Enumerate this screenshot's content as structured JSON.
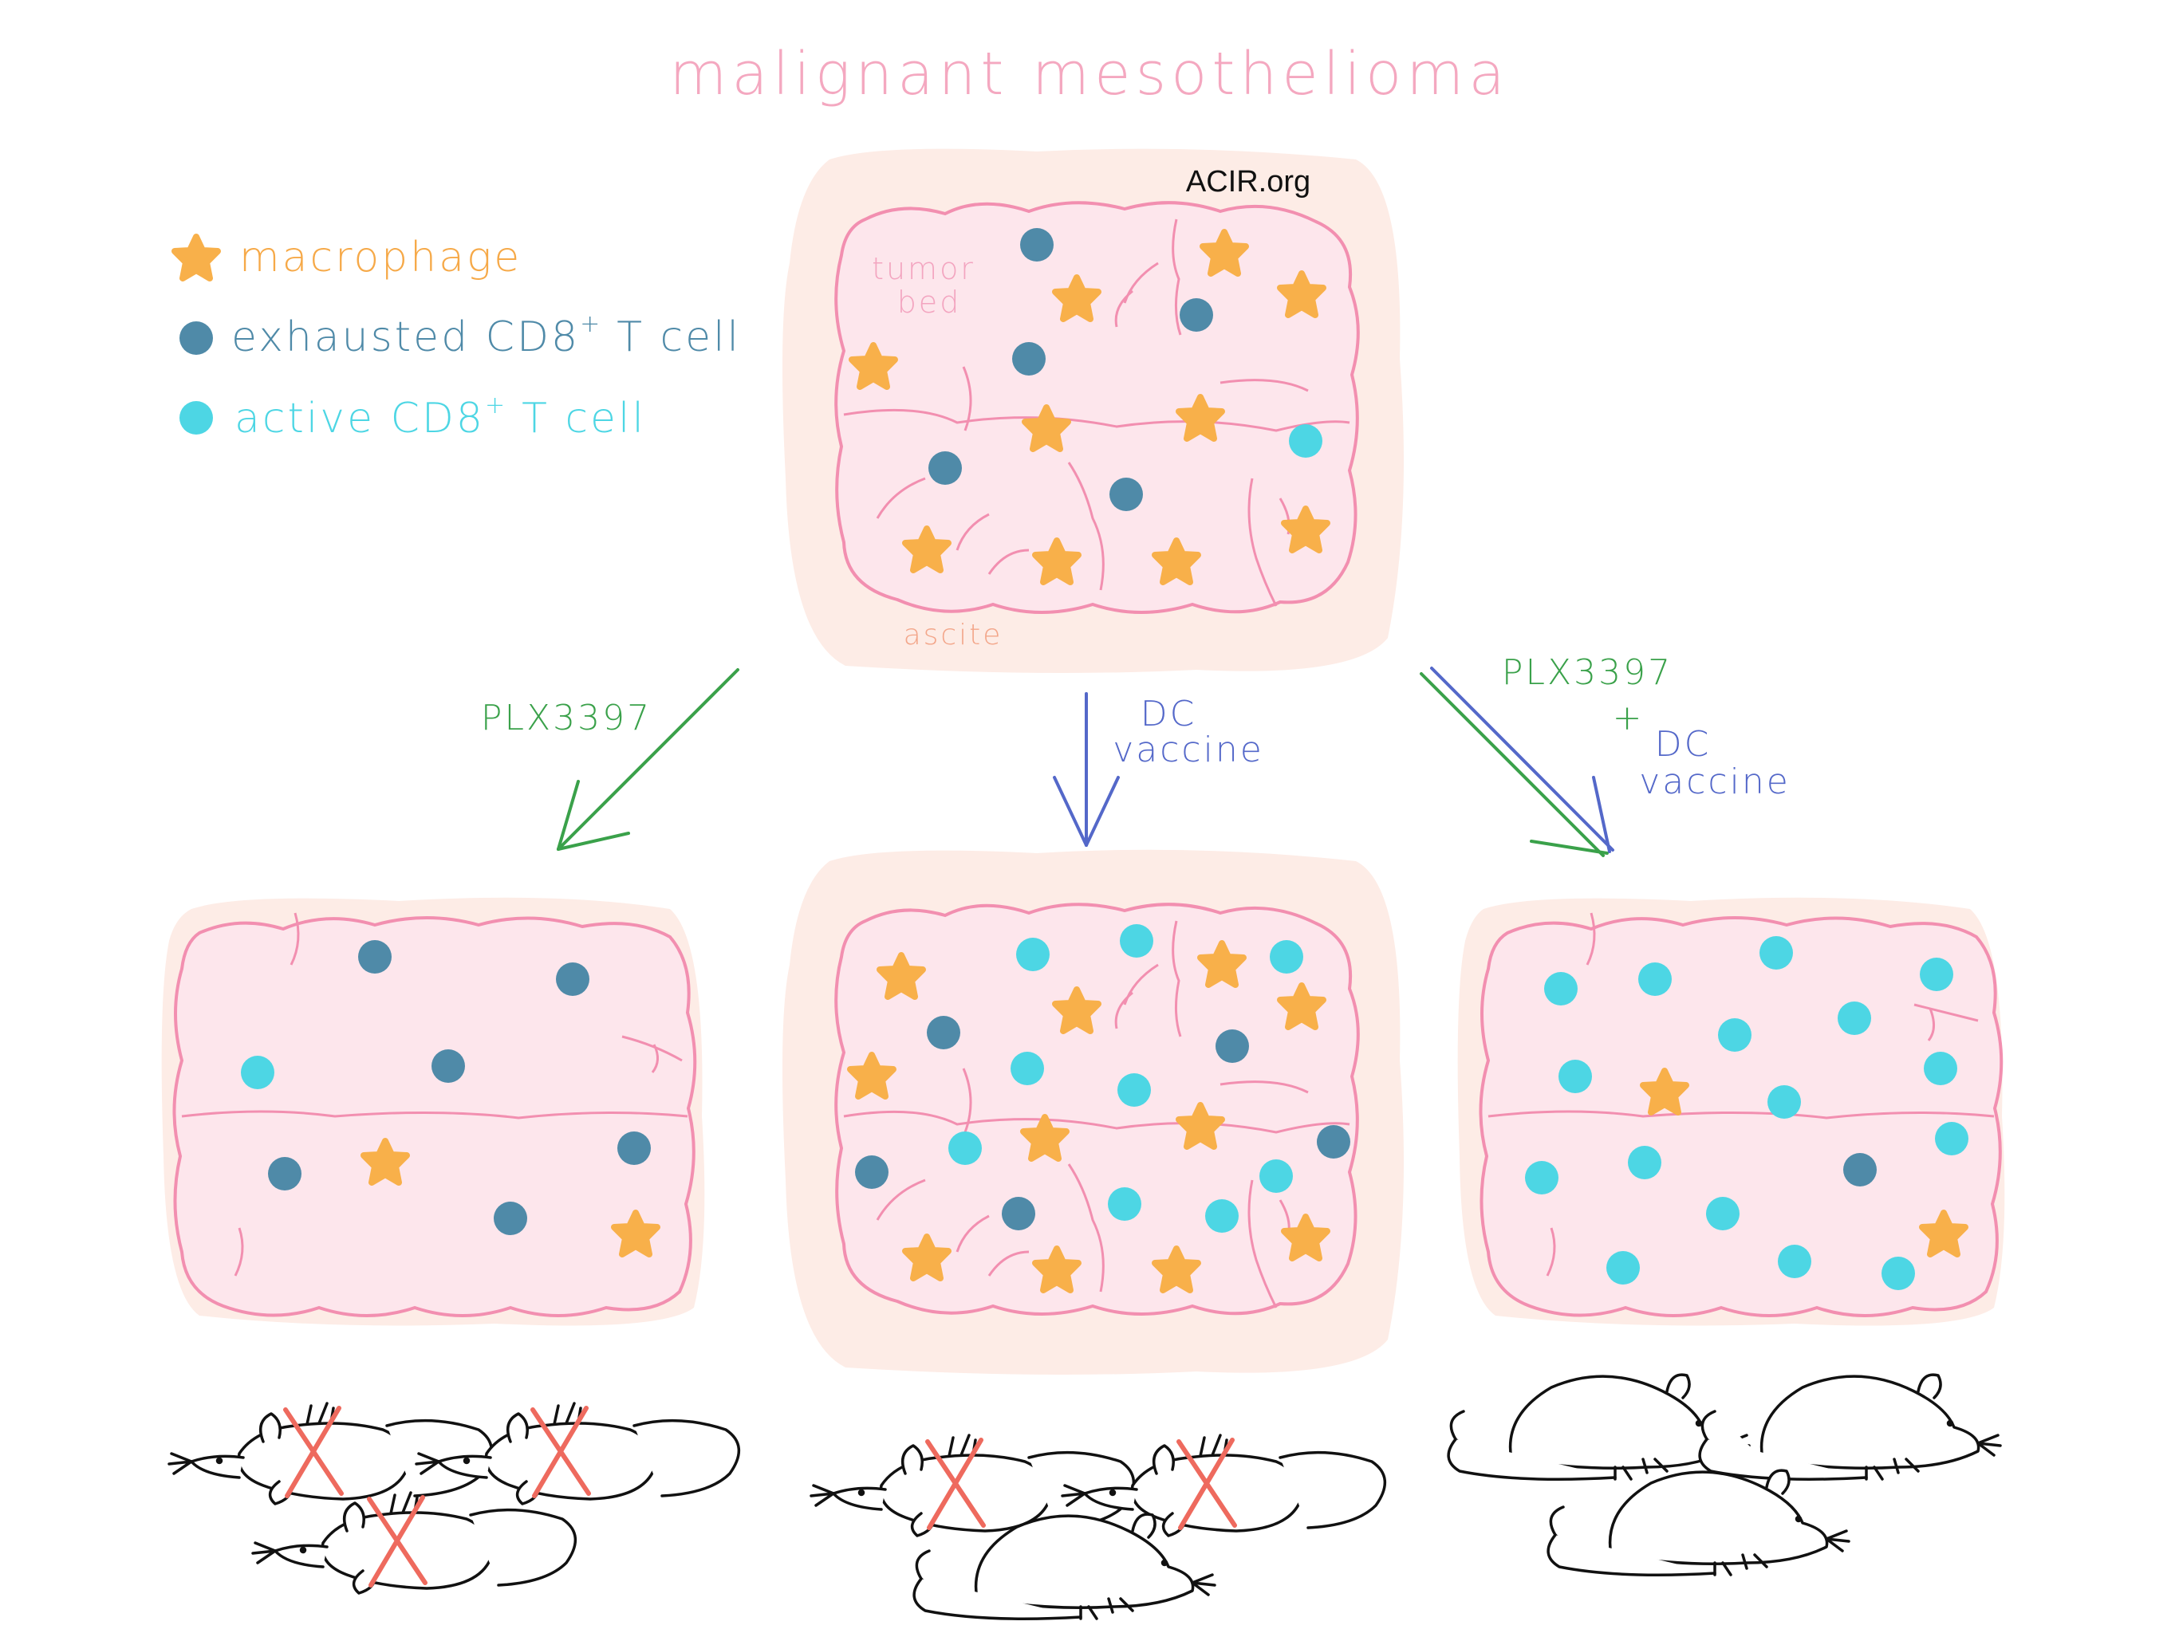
{
  "title": "malignant mesothelioma",
  "watermark": "ACIR.org",
  "labels": {
    "tumor_bed": "tumor bed",
    "ascite": "ascite"
  },
  "legend": {
    "macrophage": "macrophage",
    "exhausted": "exhausted CD8",
    "exhausted_suffix": "T cell",
    "active": "active CD8",
    "active_suffix": "T cell",
    "superscript": "+"
  },
  "treatments": {
    "plx": "PLX3397",
    "dc_line1": "DC",
    "dc_line2": "vaccine",
    "combo_line1": "PLX3397",
    "combo_plus": "+",
    "combo_line2": "DC",
    "combo_line3": "vaccine"
  },
  "mice_outcome": {
    "plx3397": {
      "dead": 3,
      "alive": 0
    },
    "dc_vaccine": {
      "dead": 2,
      "alive": 1
    },
    "combination": {
      "dead": 0,
      "alive": 3
    }
  },
  "colors": {
    "title": "#f4a8c0",
    "tissue_fill": "#fde6ec",
    "tissue_stroke": "#f28fb0",
    "ascite_bg": "#fdece6",
    "ascite_text": "#f3a68a",
    "macrophage": "#f8b04a",
    "exhausted": "#4f8aa8",
    "active": "#4dd6e4",
    "plx_green": "#3aa14a",
    "dc_blue": "#5468c9",
    "cross_red": "#ee6a5e"
  }
}
